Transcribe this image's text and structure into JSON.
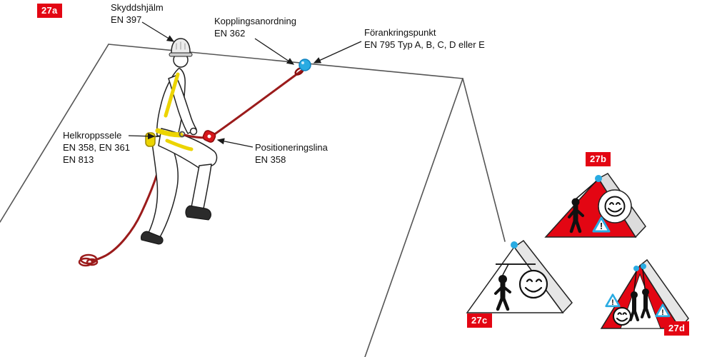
{
  "figure_labels": {
    "a": "27a",
    "b": "27b",
    "c": "27c",
    "d": "27d"
  },
  "callouts": {
    "helmet": {
      "line1": "Skyddshjälm",
      "line2": "EN 397"
    },
    "connector": {
      "line1": "Kopplingsanordning",
      "line2": "EN 362"
    },
    "anchor": {
      "line1": "Förankringspunkt",
      "line2": "EN 795 Typ A, B, C, D eller E"
    },
    "harness": {
      "line1": "Helkroppssele",
      "line2": "EN 358, EN 361",
      "line3": "EN 813"
    },
    "lanyard": {
      "line1": "Positioneringslina",
      "line2": "EN 358"
    }
  },
  "signs": {
    "warning_mark": "!"
  },
  "icons": {
    "anchor_point": "blue anchor ball on roof ridge",
    "ridge_anchor_dot": "blue anchor dot",
    "warning_triangle": "triangle with exclamation mark",
    "happy_face": "smiley face",
    "worker_silhouette": "black worker pictogram",
    "helmet": "safety helmet",
    "positioning_device": "red rope adjuster"
  },
  "colors": {
    "badge_red": "#e30613",
    "sign_red": "#e30613",
    "anchor_blue": "#29abe2",
    "rope_red": "#9b1b1b",
    "harness_yellow": "#ecd400",
    "device_red": "#d7161b",
    "outline_gray": "#555555"
  }
}
